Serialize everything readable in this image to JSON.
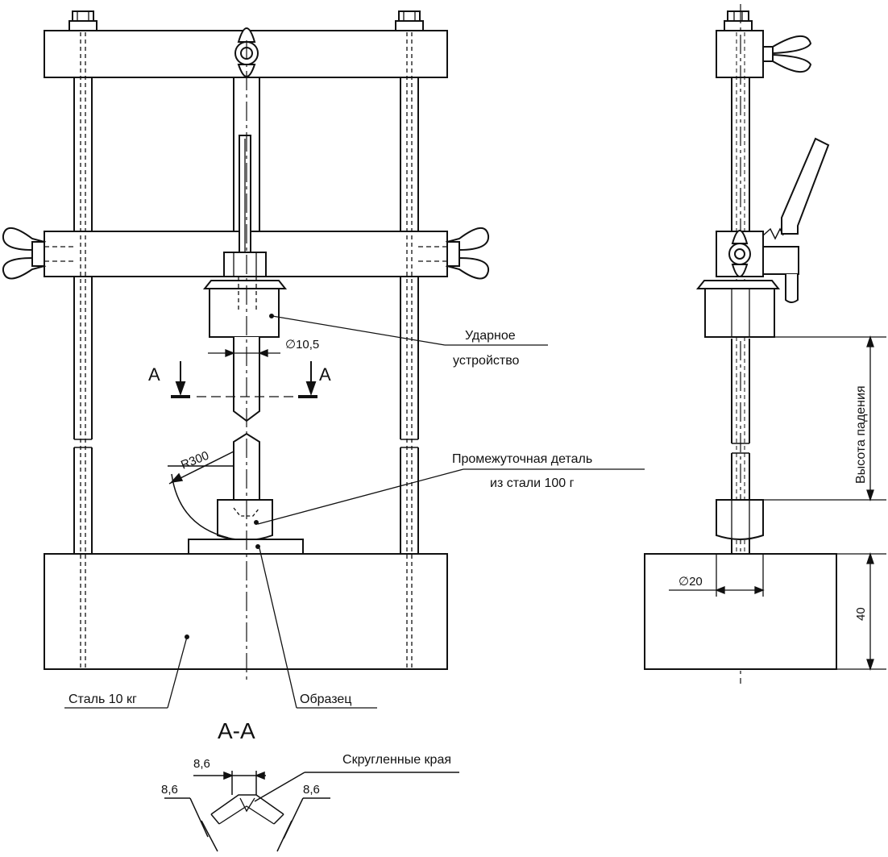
{
  "labels": {
    "impact_device_line1": "Ударное",
    "impact_device_line2": "устройство",
    "intermediate_line1": "Промежуточная деталь",
    "intermediate_line2": "из стали 100 г",
    "steel_base": "Сталь 10 кг",
    "specimen": "Образец",
    "drop_height": "Высота падения",
    "rounded_edges": "Скругленные края"
  },
  "dimensions": {
    "rod_diameter": "∅10,5",
    "radius": "R300",
    "diameter_20": "∅20",
    "base_height": "40",
    "width_top": "8,6",
    "width_left": "8,6",
    "width_right": "8,6"
  },
  "section": {
    "marker": "A",
    "title": "A-A"
  }
}
